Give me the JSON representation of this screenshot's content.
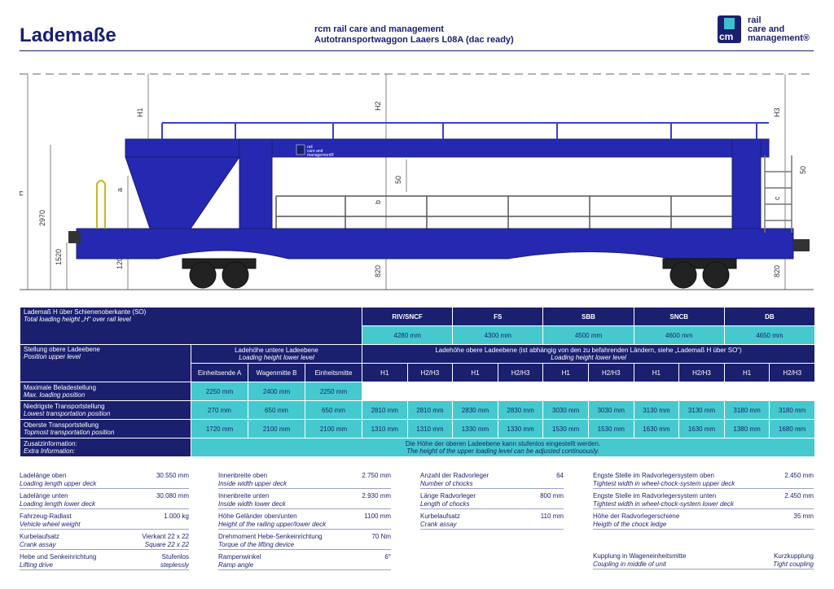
{
  "header": {
    "title": "Lademaße",
    "company": "rcm rail care and management",
    "product": "Autotransportwaggon Laaers L08A (dac ready)",
    "logo_letters": "cm",
    "logo_line1": "rail",
    "logo_line2": "care and",
    "logo_line3": "management®"
  },
  "drawing": {
    "dims": {
      "H": "H",
      "H1": "H1",
      "H2": "H2",
      "H3": "H3",
      "d2970": "2970",
      "d1520": "1520",
      "d1200": "1200",
      "d820a": "820",
      "d820b": "820",
      "d50a": "50",
      "d50b": "50",
      "d50c": "50",
      "a": "a",
      "b": "b",
      "c": "c"
    },
    "car_logo_1": "rail",
    "car_logo_2": "care and",
    "car_logo_3": "management®"
  },
  "table": {
    "h_title": "Lademaß H über Schienenoberkante (SO)",
    "h_title_en": "Total loading height „H“ over rail level",
    "countries": [
      "RIV/SNCF",
      "FS",
      "SBB",
      "SNCB",
      "DB"
    ],
    "heights": [
      "4280 mm",
      "4300 mm",
      "4500 mm",
      "4600 mm",
      "4650 mm"
    ],
    "pos_label": "Stellung obere Ladeebene",
    "pos_label_en": "Position upper level",
    "lower_label": "Ladehöhe untere Ladeebene",
    "lower_label_en": "Loading height lower level",
    "upper_label": "Ladehöhe obere Ladeebene (ist abhängig von den zu befahrenden Ländern, siehe „Lademaß H über SO“)",
    "upper_label_en": "Loading height lower level",
    "sub_lower": [
      "Einheitsende A",
      "Wagenmitte B",
      "Einheitsmitte"
    ],
    "sub_upper": [
      "H1",
      "H2/H3",
      "H1",
      "H2/H3",
      "H1",
      "H2/H3",
      "H1",
      "H2/H3",
      "H1",
      "H2/H3"
    ],
    "rows": [
      {
        "label": "Maximale Beladestellung",
        "label_en": "Max. loading position",
        "lower": [
          "2250 mm",
          "2400 mm",
          "2250 mm"
        ],
        "upper": []
      },
      {
        "label": "Niedrigste Transportstellung",
        "label_en": "Lowest transportation position",
        "lower": [
          "270 mm",
          "650 mm",
          "650 mm"
        ],
        "upper": [
          "2810 mm",
          "2810 mm",
          "2830 mm",
          "2830 mm",
          "3030 mm",
          "3030 mm",
          "3130 mm",
          "3130 mm",
          "3180 mm",
          "3180 mm"
        ]
      },
      {
        "label": "Oberste Transportstellung",
        "label_en": "Topmost transportation position",
        "lower": [
          "1720 mm",
          "2100 mm",
          "2100 mm"
        ],
        "upper": [
          "1310 mm",
          "1310 mm",
          "1330 mm",
          "1330 mm",
          "1530 mm",
          "1530 mm",
          "1630 mm",
          "1630 mm",
          "1380 mm",
          "1680 mm"
        ]
      }
    ],
    "extra_label": "Zusatzinformation:",
    "extra_label_en": "Extra Information:",
    "extra_text": "Die Höhe der oberen Ladeebene kann stufenlos eingestellt werden.",
    "extra_text_en": "The height of the upper loading level can be adjusted continuously."
  },
  "specs": [
    [
      {
        "de": "Ladelänge oben",
        "en": "Loading length upper deck",
        "v": "30.550 mm",
        "v_en": ""
      },
      {
        "de": "Ladelänge unten",
        "en": "Loading length lower deck",
        "v": "30.080 mm",
        "v_en": ""
      },
      {
        "de": "Fahrzeug-Radlast",
        "en": "Vehicle wheel weight",
        "v": "1.000 kg",
        "v_en": ""
      },
      {
        "de": "Kurbelaufsatz",
        "en": "Crank assay",
        "v": "Vierkant 22 x 22",
        "v_en": "Square 22 x 22"
      },
      {
        "de": "Hebe und Senkeinrichtung",
        "en": "Lifting drive",
        "v": "Stufenlos",
        "v_en": "steplessly"
      }
    ],
    [
      {
        "de": "Innenbreite oben",
        "en": "Inside width upper deck",
        "v": "2.750 mm",
        "v_en": ""
      },
      {
        "de": "Innenbreite unten",
        "en": "Inside width lower deck",
        "v": "2.930 mm",
        "v_en": ""
      },
      {
        "de": "Höhe Geländer oben/unten",
        "en": "Height of the railing upper/lower deck",
        "v": "1100 mm",
        "v_en": ""
      },
      {
        "de": "Drehmoment Hebe-Senkeinrichtung",
        "en": "Torque of the lifting device",
        "v": "70 Nm",
        "v_en": ""
      },
      {
        "de": "Rampenwinkel",
        "en": "Ramp angle",
        "v": "6°",
        "v_en": ""
      }
    ],
    [
      {
        "de": "Anzahl der Radvorleger",
        "en": "Number of chocks",
        "v": "64",
        "v_en": ""
      },
      {
        "de": "Länge Radvorleger",
        "en": "Length of chocks",
        "v": "800 mm",
        "v_en": ""
      },
      {
        "de": "Kurbelaufsatz",
        "en": "Crank assay",
        "v": "110 mm",
        "v_en": ""
      }
    ],
    [
      {
        "de": "Engste Stelle im Radvorlegersystem oben",
        "en": "Tightest width in wheel-chock-system upper deck",
        "v": "2.450 mm",
        "v_en": ""
      },
      {
        "de": "Engste Stelle im Radvorlegersystem unten",
        "en": "Tightest width in wheel-chock-system lower deck",
        "v": "2.450 mm",
        "v_en": ""
      },
      {
        "de": "Höhe der Radvorlegerschiene",
        "en": "Heigth of the chock ledge",
        "v": "35 mm",
        "v_en": ""
      },
      {
        "de": "",
        "en": "",
        "v": "",
        "v_en": ""
      },
      {
        "de": "Kupplung in Wageneinheitsmitte",
        "en": "Coupling in middle of unit",
        "v": "Kurzkupplung",
        "v_en": "Tight coupling"
      }
    ]
  ]
}
